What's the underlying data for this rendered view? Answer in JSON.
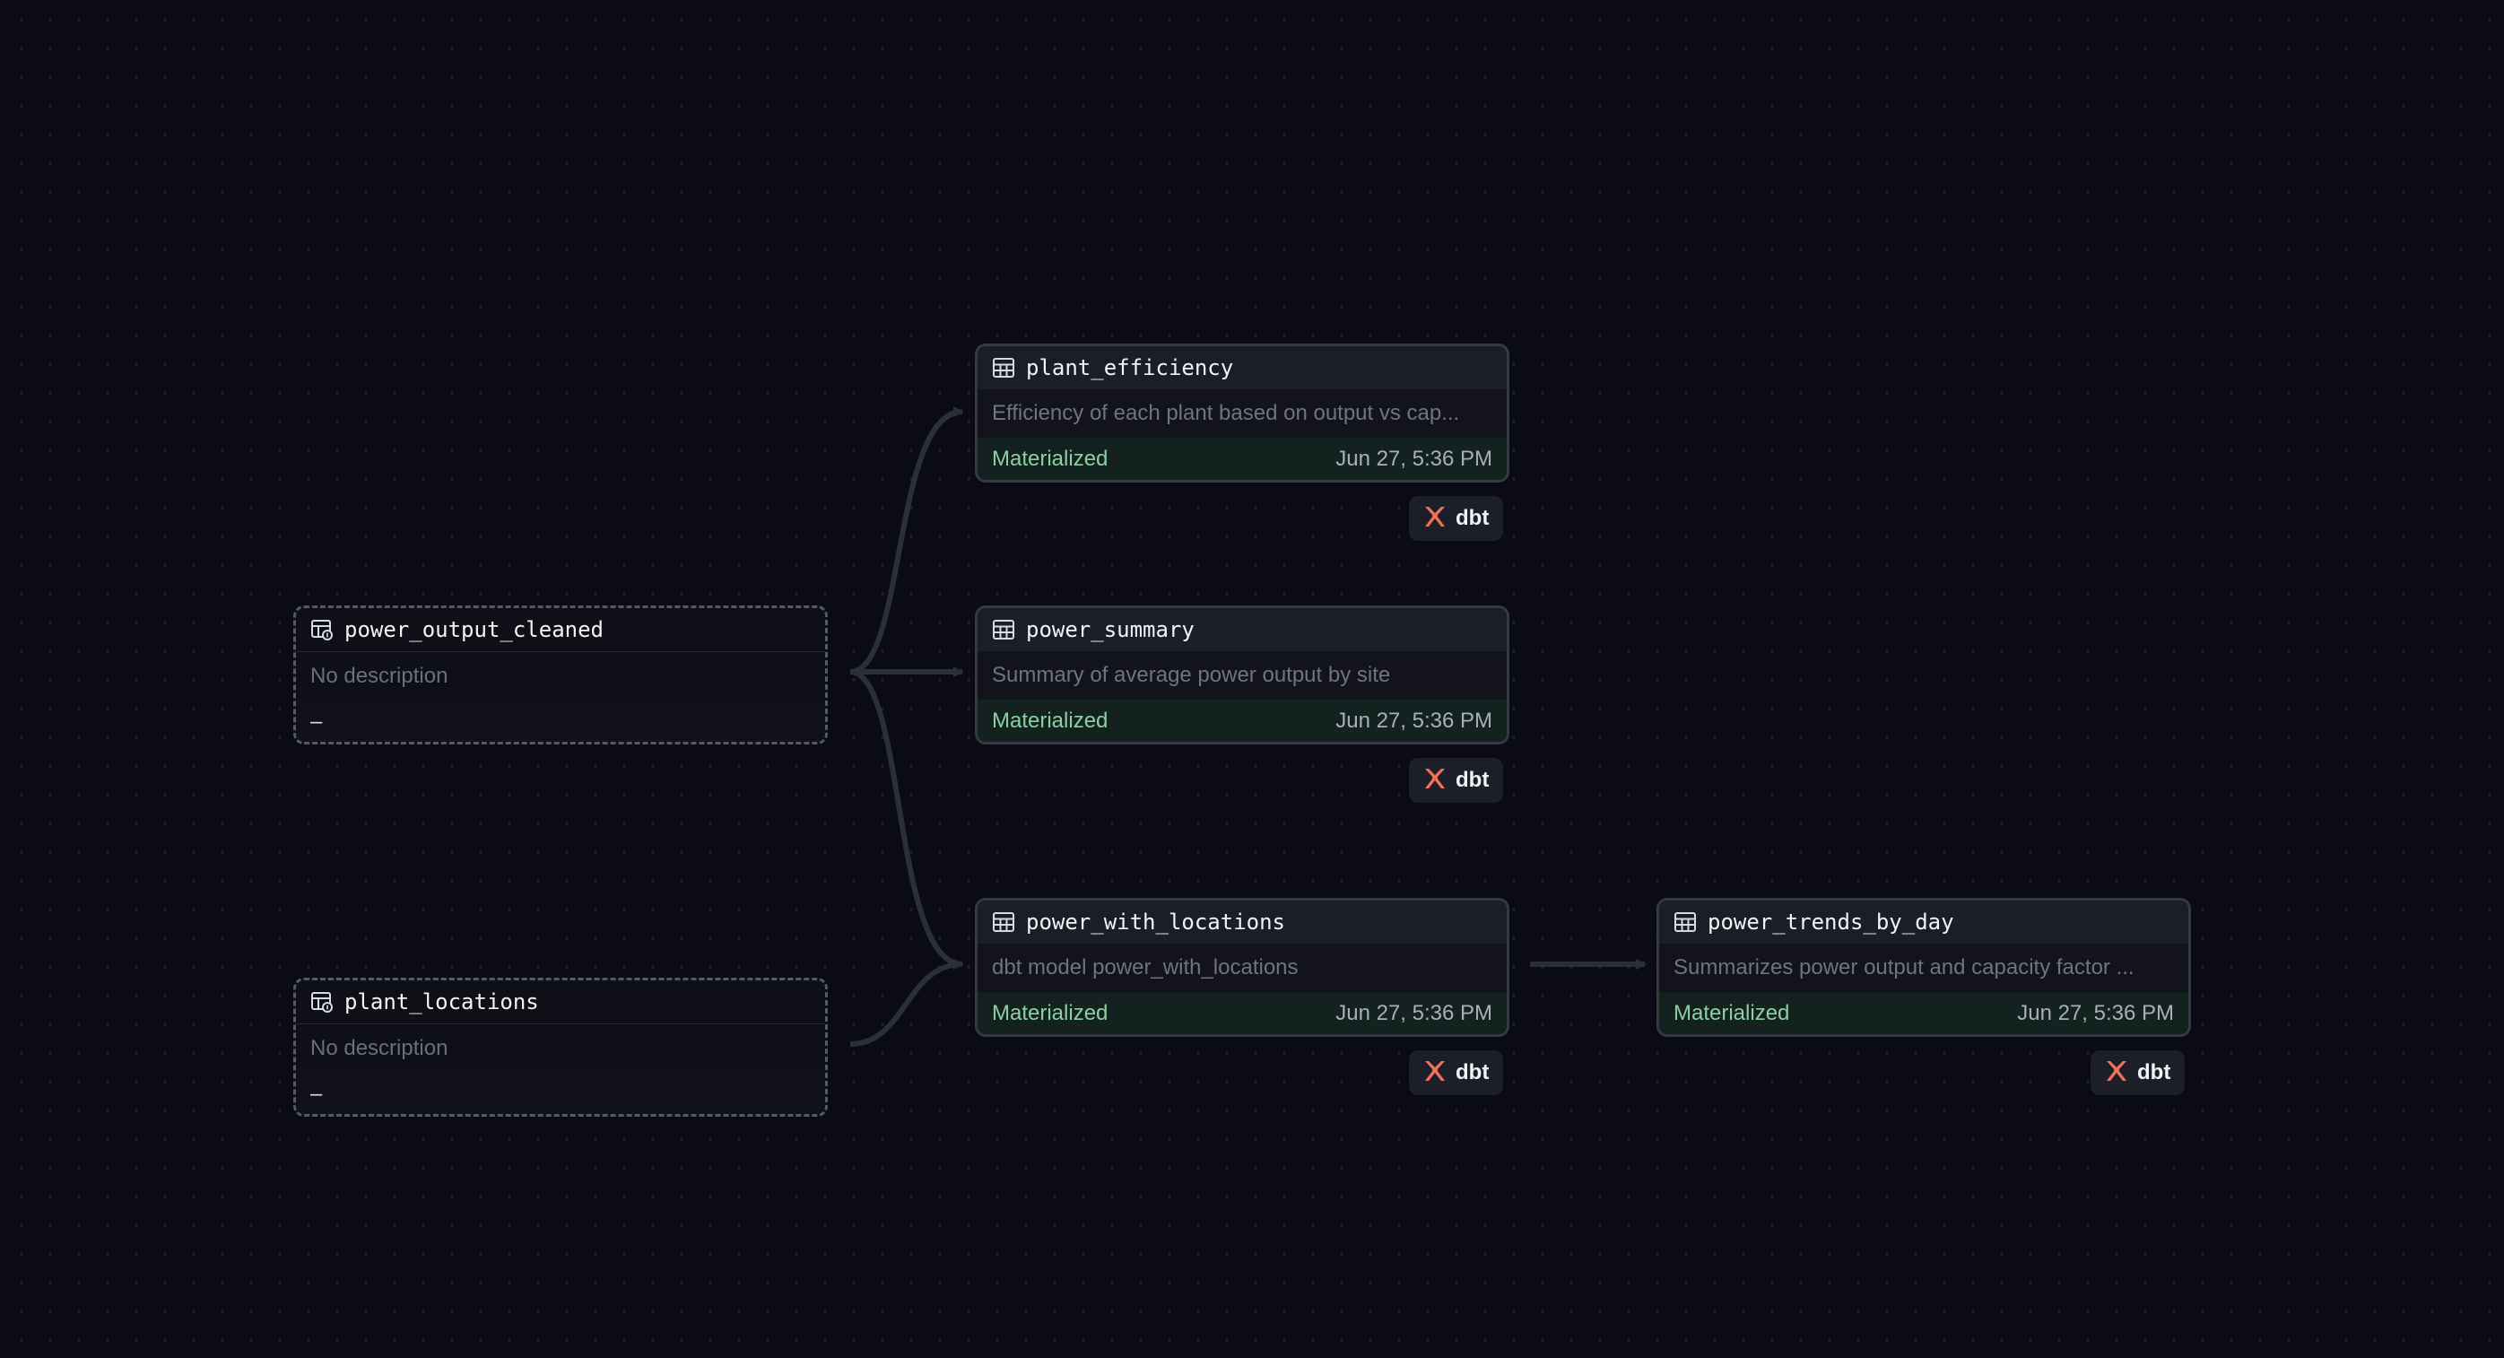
{
  "canvas": {
    "colors": {
      "background": "#0a0b14",
      "edge": "#2b2f3b",
      "dbt_brand": "#f0705a",
      "materialized": "#8bcfa3"
    }
  },
  "nodes": [
    {
      "id": "plant_efficiency",
      "kind": "model",
      "icon": "table-icon",
      "title": "plant_efficiency",
      "description": "Efficiency of each plant based on output vs cap...",
      "status": "Materialized",
      "timestamp": "Jun 27, 5:36 PM",
      "tag": "dbt"
    },
    {
      "id": "power_output_cleaned",
      "kind": "source",
      "icon": "source-table-icon",
      "title": "power_output_cleaned",
      "description": "No description",
      "status_placeholder": "–"
    },
    {
      "id": "power_summary",
      "kind": "model",
      "icon": "table-icon",
      "title": "power_summary",
      "description": "Summary of average power output by site",
      "status": "Materialized",
      "timestamp": "Jun 27, 5:36 PM",
      "tag": "dbt"
    },
    {
      "id": "plant_locations",
      "kind": "source",
      "icon": "source-table-icon",
      "title": "plant_locations",
      "description": "No description",
      "status_placeholder": "–"
    },
    {
      "id": "power_with_locations",
      "kind": "model",
      "icon": "table-icon",
      "title": "power_with_locations",
      "description": "dbt model power_with_locations",
      "status": "Materialized",
      "timestamp": "Jun 27, 5:36 PM",
      "tag": "dbt"
    },
    {
      "id": "power_trends_by_day",
      "kind": "model",
      "icon": "table-icon",
      "title": "power_trends_by_day",
      "description": "Summarizes power output and capacity factor ...",
      "status": "Materialized",
      "timestamp": "Jun 27, 5:36 PM",
      "tag": "dbt"
    }
  ],
  "edges": [
    {
      "from": "power_output_cleaned",
      "to": "plant_efficiency"
    },
    {
      "from": "power_output_cleaned",
      "to": "power_summary"
    },
    {
      "from": "power_output_cleaned",
      "to": "power_with_locations"
    },
    {
      "from": "plant_locations",
      "to": "power_with_locations"
    },
    {
      "from": "power_with_locations",
      "to": "power_trends_by_day"
    }
  ]
}
